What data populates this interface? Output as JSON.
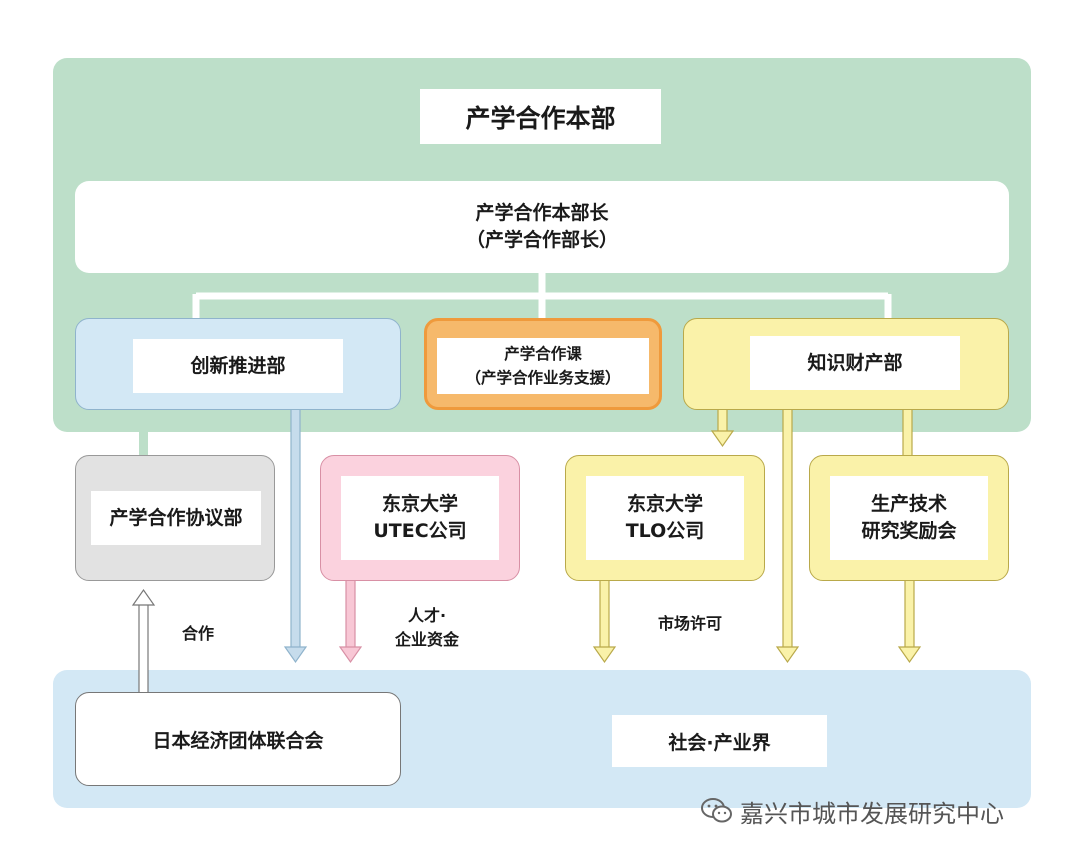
{
  "title": "产学合作本部",
  "chief": {
    "line1": "产学合作本部长",
    "line2": "（产学合作部长）"
  },
  "departments": {
    "innovation": "创新推进部",
    "industry_section": {
      "line1": "产学合作课",
      "line2": "（产学合作业务支援）"
    },
    "ip": "知识财产部"
  },
  "affiliates": {
    "agreement": "产学合作协议部",
    "utec": {
      "line1": "东京大学",
      "line2": "UTEC公司"
    },
    "tlo": {
      "line1": "东京大学",
      "line2": "TLO公司"
    },
    "award": {
      "line1": "生产技术",
      "line2": "研究奖励会"
    }
  },
  "labels": {
    "cooperation": "合作",
    "talent": {
      "line1": "人才·",
      "line2": "企业资金"
    },
    "license": "市场许可"
  },
  "bottom": {
    "keidanren": "日本经济团体联合会",
    "society": "社会·产业界"
  },
  "watermark": "嘉兴市城市发展研究中心",
  "colors": {
    "top_zone": "#bddfc9",
    "bottom_zone": "#d3e8f5",
    "blue": "#d3e8f5",
    "orange": "#f6b96b",
    "yellow": "#faf2a9",
    "gray": "#e2e2e2",
    "pink": "#fbd2de"
  }
}
